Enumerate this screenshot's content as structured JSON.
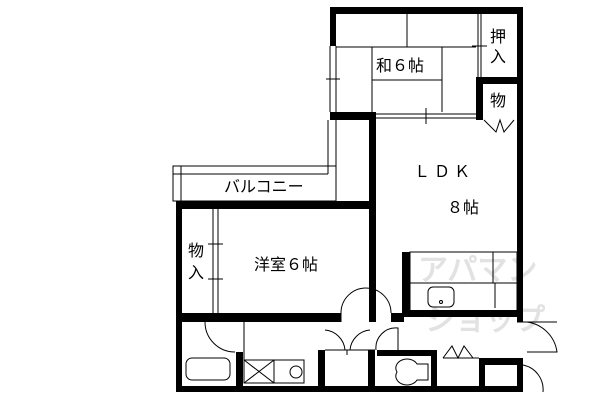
{
  "rooms": {
    "washitsu": "和６帖",
    "oshiire": [
      "押",
      "入"
    ],
    "mono_top": "物",
    "ldk": "ＬＤＫ",
    "ldk_size": "８帖",
    "balcony": "バルコニー",
    "youshitsu": "洋室６帖",
    "mono_left": [
      "物",
      "入"
    ]
  },
  "watermark": {
    "text": "アパマンショップ"
  },
  "colors": {
    "wall": "#000000",
    "background": "#ffffff",
    "watermark": "#e2e2e2"
  }
}
